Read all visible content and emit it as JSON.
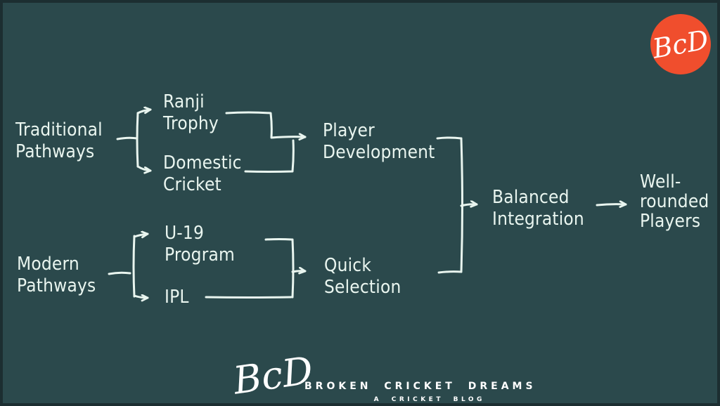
{
  "theme": {
    "bg": "#2b494c",
    "frame_border": "#1c2e31",
    "ink": "#e9f5ef",
    "accent": "#f04e2d",
    "logo_ink": "#ffffff"
  },
  "diagram": {
    "nodes": {
      "traditional": {
        "label": "Traditional\nPathways"
      },
      "ranji": {
        "label": "Ranji\nTrophy"
      },
      "domestic": {
        "label": "Domestic\nCricket"
      },
      "player_development": {
        "label": "Player\nDevelopment"
      },
      "modern": {
        "label": "Modern\nPathways"
      },
      "u19": {
        "label": "U-19\nProgram"
      },
      "ipl": {
        "label": "IPL"
      },
      "quick_selection": {
        "label": "Quick\nSelection"
      },
      "balanced_integration": {
        "label": "Balanced\nIntegration"
      },
      "well_rounded": {
        "label": "Well-\nrounded\nPlayers"
      }
    }
  },
  "branding": {
    "monogram": "BcD",
    "title": "BROKEN CRICKET DREAMS",
    "subtitle": "A CRICKET BLOG"
  }
}
